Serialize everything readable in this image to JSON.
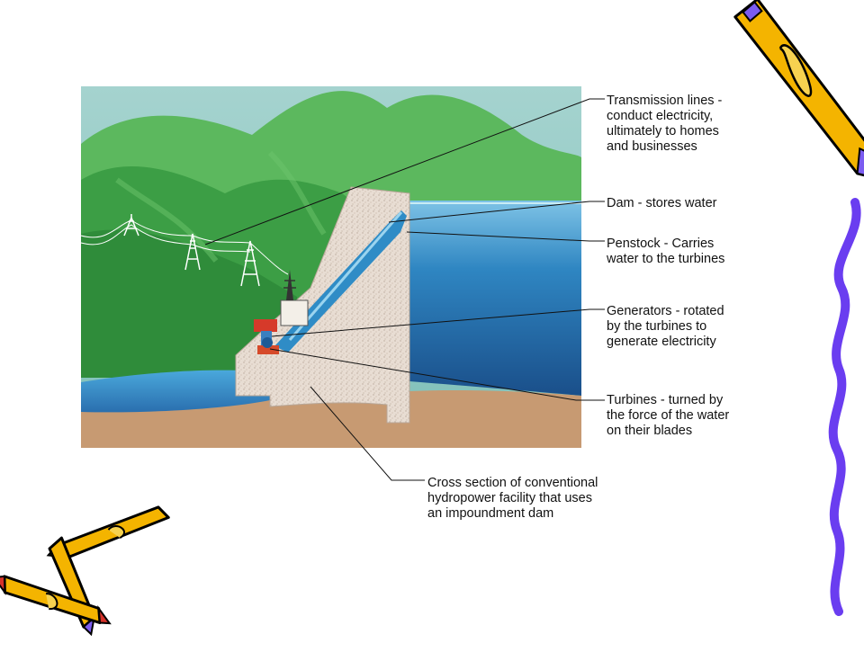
{
  "labels": {
    "transmission": "Transmission lines -\nconduct electricity,\nultimately to homes\nand businesses",
    "dam": "Dam - stores water",
    "penstock": "Penstock - Carries\nwater to the turbines",
    "generators": "Generators - rotated\nby the turbines to\ngenerate electricity",
    "turbines": "Turbines - turned by\nthe force of the water\non their blades",
    "cross_section": "Cross section of conventional\nhydropower facility that uses\nan impoundment dam"
  },
  "icons": [
    "pencil-icon",
    "crayon-icon",
    "squiggle-line-icon"
  ],
  "colors": {
    "sky": "#8fc9c9",
    "mountain": "#3fa54a",
    "reservoir": "#2f7fb5",
    "earth": "#c79a72",
    "dam": "#e6dcd2",
    "crayon_yellow": "#f4b400",
    "squiggle": "#6a3df0"
  }
}
